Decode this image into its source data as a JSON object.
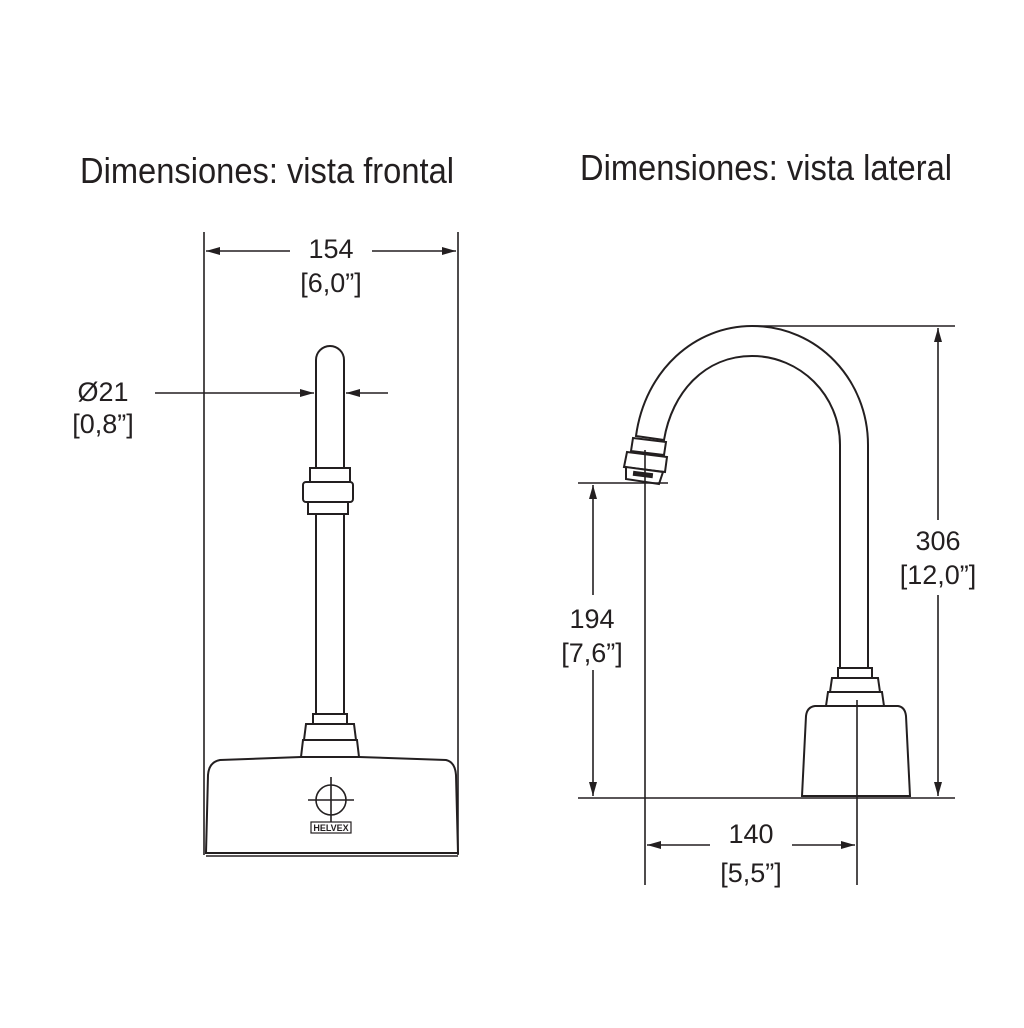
{
  "titles": {
    "front": "Dimensiones: vista frontal",
    "side": "Dimensiones: vista lateral"
  },
  "front": {
    "width_mm": "154",
    "width_in": "[6,0”]",
    "diameter_mm": "Ø21",
    "diameter_in": "[0,8”]",
    "logo": "HELVEX"
  },
  "side": {
    "height_mm": "306",
    "height_in": "[12,0”]",
    "spout_height_mm": "194",
    "spout_height_in": "[7,6”]",
    "reach_mm": "140",
    "reach_in": "[5,5”]"
  },
  "colors": {
    "ink": "#231f20",
    "background": "#ffffff"
  }
}
